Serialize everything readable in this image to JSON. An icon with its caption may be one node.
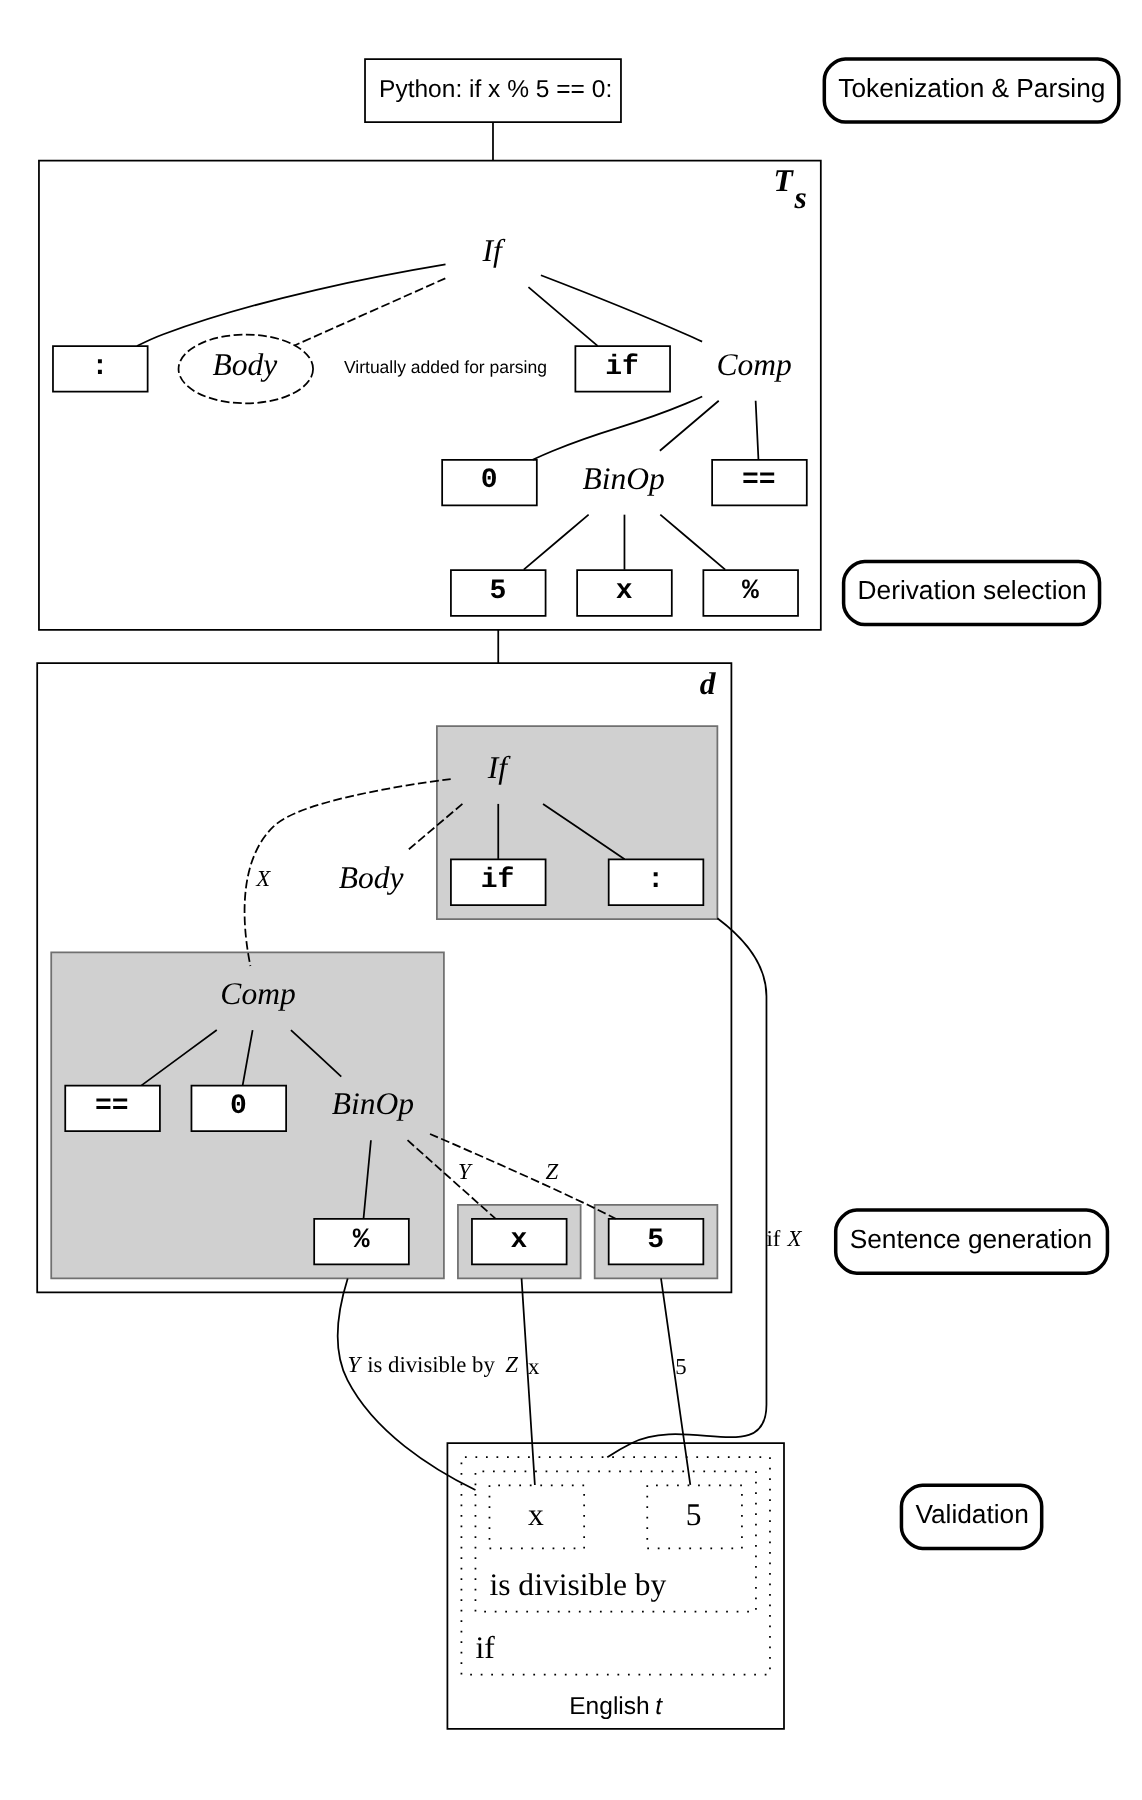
{
  "diagram": {
    "nodes": [
      {
        "text": [
          "Python: if x % 5 == 0:"
        ]
      },
      {
        "text": [
          "Tokenization & Parsing"
        ]
      },
      {
        "text": [
          "T$_{s}$"
        ]
      },
      {
        "text": [
          "If"
        ],
        "in": 2
      },
      {
        "text": [
          "if"
        ],
        "in": 2
      },
      {
        "text": [
          "Comp"
        ],
        "in": 2
      },
      {
        "text": [
          ":"
        ],
        "in": 2
      },
      {
        "text": [
          "Body"
        ],
        "in": 2,
        "beside": [
          "Virtually added for parsing"
        ]
      },
      {
        "text": [
          "BinOp"
        ],
        "in": 2
      },
      {
        "text": [
          "=="
        ],
        "in": 2
      },
      {
        "text": [
          "0"
        ],
        "in": 2
      },
      {
        "text": [
          "x"
        ],
        "in": 2
      },
      {
        "text": [
          "%"
        ],
        "in": 2
      },
      {
        "text": [
          "5"
        ],
        "in": 2
      },
      {
        "text": [
          "Derivation selection"
        ]
      },
      {
        "text": [
          "d"
        ]
      },
      {
        "text": [],
        "shape": "box",
        "in": 15
      },
      {
        "text": [
          "If"
        ],
        "in": 16
      },
      {
        "text": [
          "if"
        ],
        "in": 16
      },
      {
        "text": [
          ":"
        ],
        "in": 16
      },
      {
        "text": [
          "Body"
        ],
        "in": 15
      },
      {
        "text": [],
        "shape": "box",
        "in": 15
      },
      {
        "text": [
          "Comp"
        ],
        "in": 21
      },
      {
        "text": [
          "BinOp"
        ],
        "in": 21
      },
      {
        "text": [
          "=="
        ],
        "in": 21
      },
      {
        "text": [
          "0"
        ],
        "in": 21
      },
      {
        "text": [
          "%"
        ],
        "in": 21
      },
      {
        "text": [],
        "shape": "box",
        "in": 15
      },
      {
        "text": [
          "x"
        ],
        "in": 27
      },
      {
        "text": [],
        "shape": "box",
        "in": 15
      },
      {
        "text": [
          "5"
        ],
        "in": 29
      },
      {
        "text": [
          "Sentence generation"
        ]
      },
      {
        "text": [
          "English *t*"
        ]
      },
      {
        "text": [
          "if"
        ],
        "in": 32
      },
      {
        "text": [
          "is divisible by"
        ],
        "in": 33
      },
      {
        "text": [
          "x"
        ],
        "in": 34
      },
      {
        "text": [
          "5"
        ],
        "in": 34
      },
      {
        "text": [
          "Validation"
        ]
      }
    ],
    "edges": [
      {
        "from": 0,
        "to": 2,
        "arrow": "none"
      },
      {
        "from": 3,
        "to": 4,
        "arrow": "none"
      },
      {
        "from": 3,
        "to": 5,
        "arrow": "none"
      },
      {
        "from": 3,
        "to": 6,
        "arrow": "none"
      },
      {
        "from": 3,
        "to": 7,
        "arrow": "none",
        "style": "dashed"
      },
      {
        "from": 5,
        "to": 8,
        "arrow": "none"
      },
      {
        "from": 5,
        "to": 9,
        "arrow": "none"
      },
      {
        "from": 5,
        "to": 10,
        "arrow": "none"
      },
      {
        "from": 8,
        "to": 11,
        "arrow": "none"
      },
      {
        "from": 8,
        "to": 12,
        "arrow": "none"
      },
      {
        "from": 8,
        "to": 13,
        "arrow": "none"
      },
      {
        "from": 2,
        "to": 15,
        "arrow": "none"
      },
      {
        "from": 17,
        "to": 18,
        "arrow": "none"
      },
      {
        "from": 17,
        "to": 22,
        "arrow": "none",
        "style": "dashed",
        "label": "X"
      },
      {
        "from": 17,
        "to": 19,
        "arrow": "none"
      },
      {
        "from": 17,
        "to": 20,
        "arrow": "none",
        "style": "dashed"
      },
      {
        "from": 22,
        "to": 23,
        "arrow": "none"
      },
      {
        "from": 22,
        "to": 24,
        "arrow": "none"
      },
      {
        "from": 22,
        "to": 25,
        "arrow": "none"
      },
      {
        "from": 23,
        "to": 28,
        "arrow": "none",
        "style": "dashed",
        "label": "Y"
      },
      {
        "from": 23,
        "to": 26,
        "arrow": "none"
      },
      {
        "from": 23,
        "to": 30,
        "arrow": "none",
        "style": "dashed",
        "label": "Z"
      },
      {
        "from": 16,
        "to": 33,
        "arrow": "none",
        "label": "if *X*"
      },
      {
        "from": 21,
        "to": 34,
        "arrow": "none",
        "label": "*Y* is divisible by *Z*"
      },
      {
        "from": 27,
        "to": 35,
        "arrow": "none",
        "label": "x"
      },
      {
        "from": 29,
        "to": 36,
        "arrow": "none",
        "label": "5"
      }
    ]
  }
}
